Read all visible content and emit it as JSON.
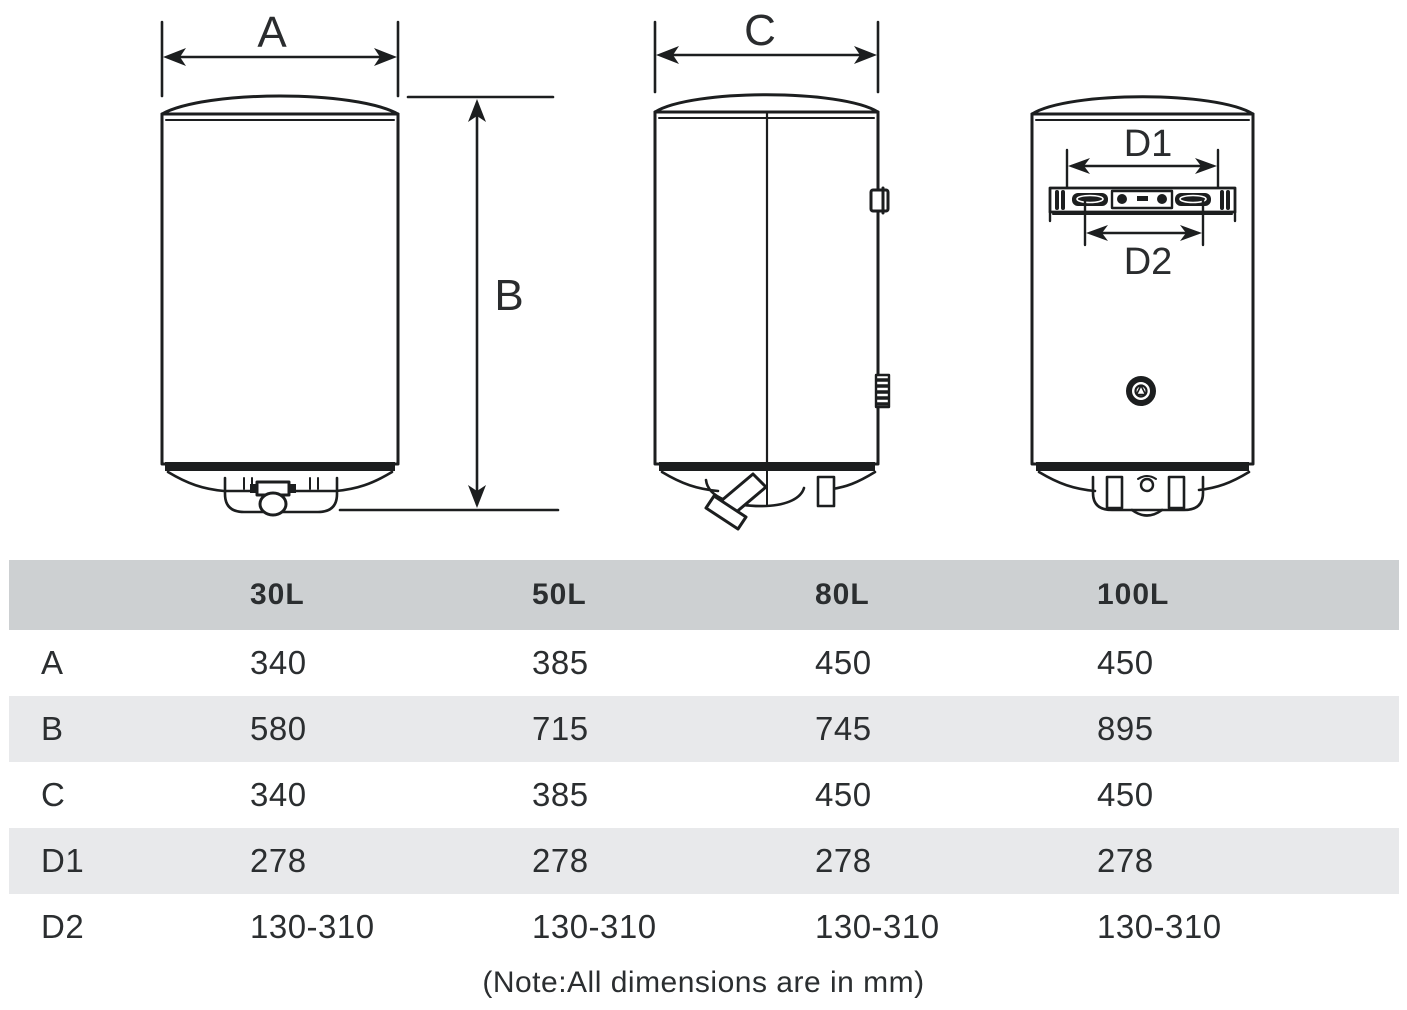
{
  "colors": {
    "background": "#ffffff",
    "table_header_bg": "#cdd0d2",
    "table_alt_row_bg": "#e8e9eb",
    "table_text": "#2b2e30",
    "line_color": "#1c1e1f"
  },
  "diagram": {
    "front_view": {
      "width_label": "A",
      "height_label": "B"
    },
    "side_view": {
      "depth_label": "C"
    },
    "back_view": {
      "bracket_width_label": "D1",
      "bracket_slot_label": "D2"
    }
  },
  "table": {
    "header": [
      "",
      "30L",
      "50L",
      "80L",
      "100L"
    ],
    "rows": [
      {
        "label": "A",
        "values": [
          "340",
          "385",
          "450",
          "450"
        ]
      },
      {
        "label": "B",
        "values": [
          "580",
          "715",
          "745",
          "895"
        ]
      },
      {
        "label": "C",
        "values": [
          "340",
          "385",
          "450",
          "450"
        ]
      },
      {
        "label": "D1",
        "values": [
          "278",
          "278",
          "278",
          "278"
        ]
      },
      {
        "label": "D2",
        "values": [
          "130-310",
          "130-310",
          "130-310",
          "130-310"
        ]
      }
    ]
  },
  "note": "(Note:All dimensions are in mm)"
}
